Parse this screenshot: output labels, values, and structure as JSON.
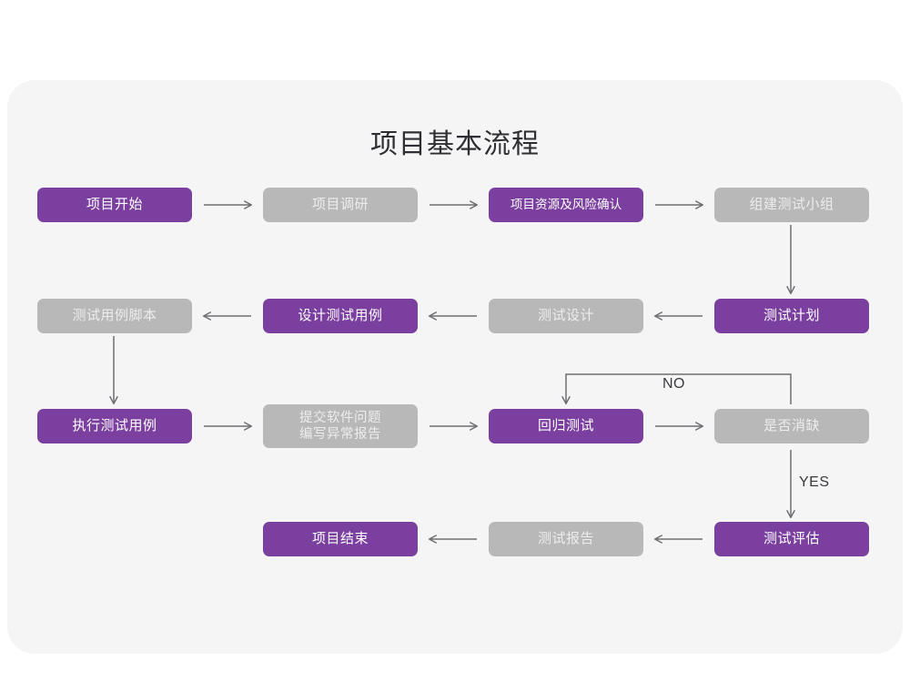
{
  "diagram": {
    "title": "项目基本流程",
    "colors": {
      "purple": "#7b3fa0",
      "gray": "#b8b8b8",
      "card_bg": "#f5f5f6",
      "page_bg": "#ffffff",
      "connector": "#6e6e72",
      "title_text": "#2f2f33"
    },
    "nodes": [
      {
        "id": "n1",
        "label": "项目开始",
        "style": "purple"
      },
      {
        "id": "n2",
        "label": "项目调研",
        "style": "gray"
      },
      {
        "id": "n3",
        "label": "项目资源及风险确认",
        "style": "purple"
      },
      {
        "id": "n4",
        "label": "组建测试小组",
        "style": "gray"
      },
      {
        "id": "n5",
        "label": "测试用例脚本",
        "style": "gray"
      },
      {
        "id": "n6",
        "label": "设计测试用例",
        "style": "purple"
      },
      {
        "id": "n7",
        "label": "测试设计",
        "style": "gray"
      },
      {
        "id": "n8",
        "label": "测试计划",
        "style": "purple"
      },
      {
        "id": "n9",
        "label": "执行测试用例",
        "style": "purple"
      },
      {
        "id": "n10",
        "label": "提交软件问题\n编写异常报告",
        "style": "gray"
      },
      {
        "id": "n11",
        "label": "回归测试",
        "style": "purple"
      },
      {
        "id": "n12",
        "label": "是否消缺",
        "style": "gray"
      },
      {
        "id": "n13",
        "label": "项目结束",
        "style": "purple"
      },
      {
        "id": "n14",
        "label": "测试报告",
        "style": "gray"
      },
      {
        "id": "n15",
        "label": "测试评估",
        "style": "purple"
      }
    ],
    "edge_labels": {
      "no": "NO",
      "yes": "YES"
    }
  }
}
